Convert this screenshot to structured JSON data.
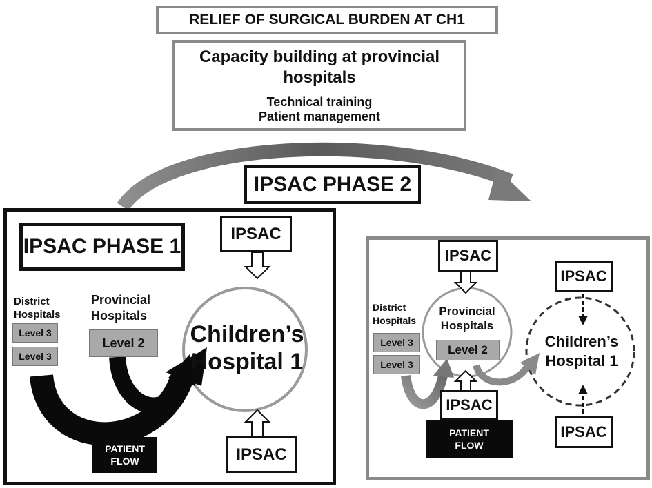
{
  "top_title": "RELIEF OF SURGICAL BURDEN AT CH1",
  "capacity": {
    "title": "Capacity building at provincial hospitals",
    "items": [
      "Technical training",
      "Patient management"
    ]
  },
  "phase2_label": "IPSAC PHASE 2",
  "phase1": {
    "label": "IPSAC PHASE 1",
    "district_label": "District Hospitals",
    "district_levels": [
      "Level 3",
      "Level 3"
    ],
    "provincial_label": "Provincial Hospitals",
    "provincial_level": "Level 2",
    "hospital_name": "Children’s Hospital 1",
    "ipsac_top": "IPSAC",
    "ipsac_bottom": "IPSAC",
    "patient_flow": "PATIENT FLOW"
  },
  "phase2": {
    "district_label": "District Hospitals",
    "district_levels": [
      "Level 3",
      "Level 3"
    ],
    "provincial_label": "Provincial Hospitals",
    "provincial_level": "Level 2",
    "hospital_name": "Children’s Hospital 1",
    "ipsac_provincial_top": "IPSAC",
    "ipsac_provincial_bottom": "IPSAC",
    "ipsac_ch_top": "IPSAC",
    "ipsac_ch_bottom": "IPSAC",
    "patient_flow": "PATIENT FLOW"
  },
  "colors": {
    "border_gray": "#8a8a8a",
    "level_gray": "#a9a9a9",
    "flow_black": "#0a0a0a",
    "circle_gray": "#9a9a9a"
  }
}
